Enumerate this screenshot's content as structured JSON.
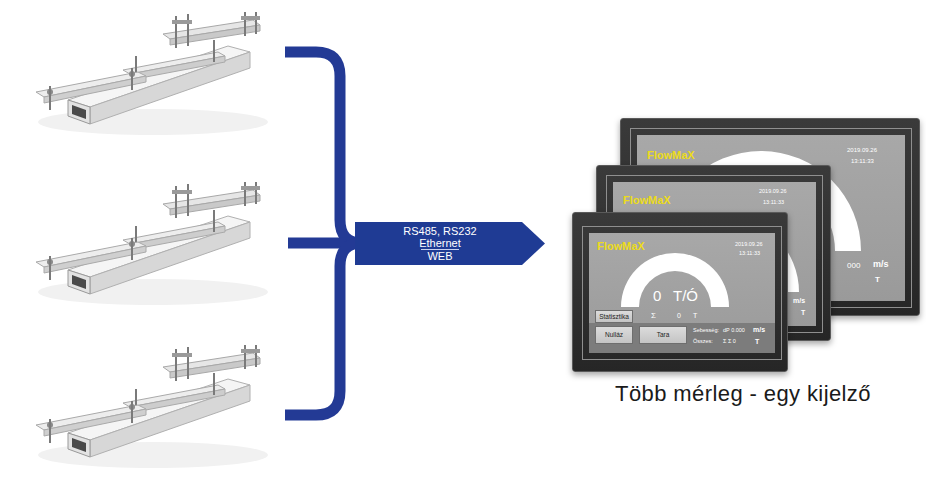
{
  "diagram": {
    "caption": "Több mérleg - egy kijelző",
    "nodes": [
      {
        "text": [
          "RS485, RS232",
          "Ethernet",
          "WEB"
        ]
      },
      {
        "text": [
          "FlowMaX",
          "2019.09.26",
          "13:11:33",
          "000",
          "m/s",
          "T"
        ]
      },
      {
        "text": [
          "FlowMaX",
          "2019.09.26",
          "13:11:33",
          "m/s",
          "T"
        ]
      },
      {
        "text": [
          "FlowMaX",
          "2019.09.26",
          "13:11:33",
          "0",
          "T/Ó",
          "Σ",
          "0",
          "T",
          "Sebesség:",
          "dP 0.000",
          "m/s",
          "Összes:",
          "Σ Σ 0",
          "T"
        ]
      },
      {
        "text": [
          "Statisztika"
        ],
        "in": 3
      },
      {
        "text": [
          "Nulláz"
        ],
        "in": 3
      },
      {
        "text": [
          "Tara"
        ],
        "in": 3
      }
    ]
  }
}
